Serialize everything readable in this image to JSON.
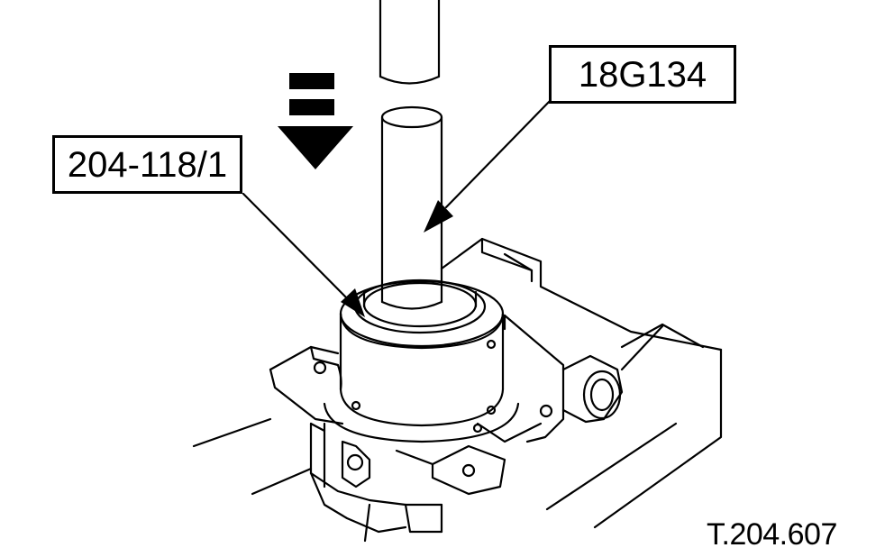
{
  "callouts": {
    "tool_label": "18G134",
    "adapter_label": "204-118/1"
  },
  "figure_reference": "T.204.607",
  "colors": {
    "line": "#000000",
    "background": "#ffffff"
  },
  "icons": {
    "press_direction": "down-arrow-icon"
  }
}
